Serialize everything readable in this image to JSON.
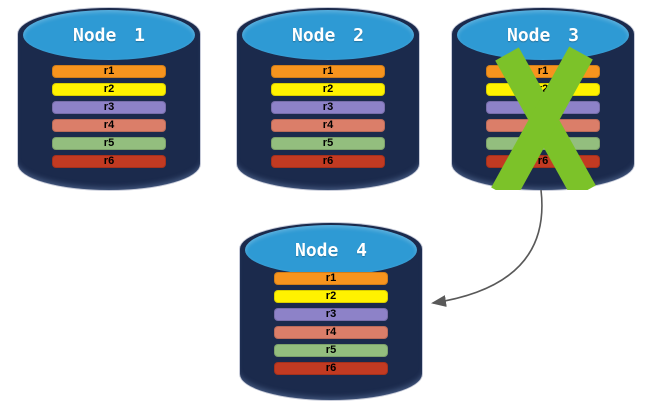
{
  "diagram": {
    "background": "#FFFFFF",
    "node_body_color": "#1B2A4C",
    "node_top_color": "#2E9AD4",
    "node_label_color": "#FFFFFF",
    "nodes": [
      {
        "label": "Node 1",
        "failed": false,
        "rows": [
          {
            "label": "r1",
            "color": "#F7941E"
          },
          {
            "label": "r2",
            "color": "#FFF200"
          },
          {
            "label": "r3",
            "color": "#8D82C8"
          },
          {
            "label": "r4",
            "color": "#DB7E69"
          },
          {
            "label": "r5",
            "color": "#93BE7E"
          },
          {
            "label": "r6",
            "color": "#C23A22"
          }
        ]
      },
      {
        "label": "Node 2",
        "failed": false,
        "rows": [
          {
            "label": "r1",
            "color": "#F7941E"
          },
          {
            "label": "r2",
            "color": "#FFF200"
          },
          {
            "label": "r3",
            "color": "#8D82C8"
          },
          {
            "label": "r4",
            "color": "#DB7E69"
          },
          {
            "label": "r5",
            "color": "#93BE7E"
          },
          {
            "label": "r6",
            "color": "#C23A22"
          }
        ]
      },
      {
        "label": "Node 3",
        "failed": true,
        "rows": [
          {
            "label": "r1",
            "color": "#F7941E"
          },
          {
            "label": "r2",
            "color": "#FFF200"
          },
          {
            "label": "r3",
            "color": "#8D82C8"
          },
          {
            "label": "r4",
            "color": "#DB7E69"
          },
          {
            "label": "r5",
            "color": "#93BE7E"
          },
          {
            "label": "r6",
            "color": "#C23A22"
          }
        ]
      },
      {
        "label": "Node 4",
        "failed": false,
        "rows": [
          {
            "label": "r1",
            "color": "#F7941E"
          },
          {
            "label": "r2",
            "color": "#FFF200"
          },
          {
            "label": "r3",
            "color": "#8D82C8"
          },
          {
            "label": "r4",
            "color": "#DB7E69"
          },
          {
            "label": "r5",
            "color": "#93BE7E"
          },
          {
            "label": "r6",
            "color": "#C23A22"
          }
        ]
      }
    ],
    "failure_mark": {
      "symbol": "X",
      "color": "#7CC229"
    },
    "arrow": {
      "from": "Node 3",
      "to": "Node 4",
      "color": "#595959"
    }
  }
}
